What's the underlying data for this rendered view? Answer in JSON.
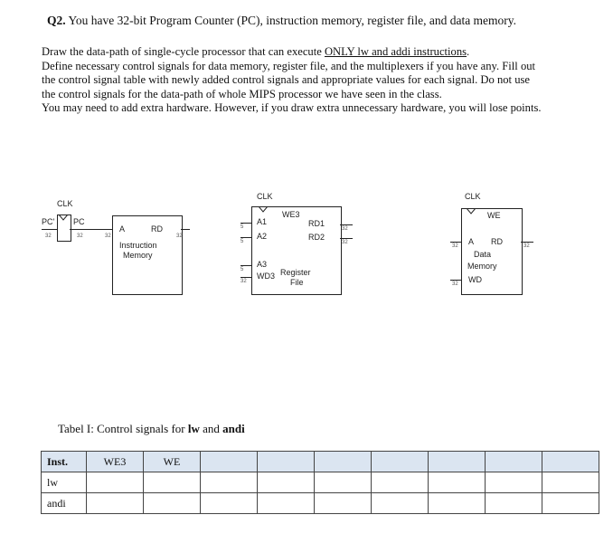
{
  "question": {
    "number": "Q2.",
    "intro": "You have 32-bit Program Counter (PC), instruction memory, register file, and data memory."
  },
  "instructions": {
    "line1_prefix": "Draw the data-path of single-cycle processor that can execute ",
    "line1_underlined": "ONLY lw and addi instructions",
    "line1_suffix": ".",
    "line2": "Define necessary control signals for data memory, register file, and the multiplexers if you have any. Fill out",
    "line3": "the control signal table with newly added control signals and appropriate values for each signal. Do not use",
    "line4": "the control signals for the data-path of whole MIPS processor we have seen in the class.",
    "line5": "You may need to add extra hardware. However, if you draw extra unnecessary hardware, you will lose points."
  },
  "diagram": {
    "pc": {
      "clk": "CLK",
      "in_label": "PC'",
      "out_label": "PC",
      "bits_in": "32",
      "bits_out": "32"
    },
    "imem": {
      "port_a": "A",
      "port_rd": "RD",
      "name_line1": "Instruction",
      "name_line2": "Memory",
      "bits_in": "32",
      "bits_out": "32"
    },
    "regfile": {
      "clk": "CLK",
      "we": "WE3",
      "a1": "A1",
      "a2": "A2",
      "a3": "A3",
      "wd3": "WD3",
      "rd1": "RD1",
      "rd2": "RD2",
      "name_line1": "Register",
      "name_line2": "File",
      "bits_addr": "5",
      "bits_data": "32"
    },
    "dmem": {
      "clk": "CLK",
      "we": "WE",
      "port_a": "A",
      "port_rd": "RD",
      "port_wd": "WD",
      "name_line1": "Data",
      "name_line2": "Memory",
      "bits": "32"
    }
  },
  "table": {
    "caption_prefix": "Tabel I: Control signals for ",
    "caption_bold1": "lw",
    "caption_mid": " and ",
    "caption_bold2": "andi",
    "headers": [
      "Inst.",
      "WE3",
      "WE",
      "",
      "",
      "",
      "",
      "",
      "",
      ""
    ],
    "rows": [
      [
        "lw",
        "",
        "",
        "",
        "",
        "",
        "",
        "",
        "",
        ""
      ],
      [
        "andi",
        "",
        "",
        "",
        "",
        "",
        "",
        "",
        "",
        ""
      ]
    ]
  }
}
